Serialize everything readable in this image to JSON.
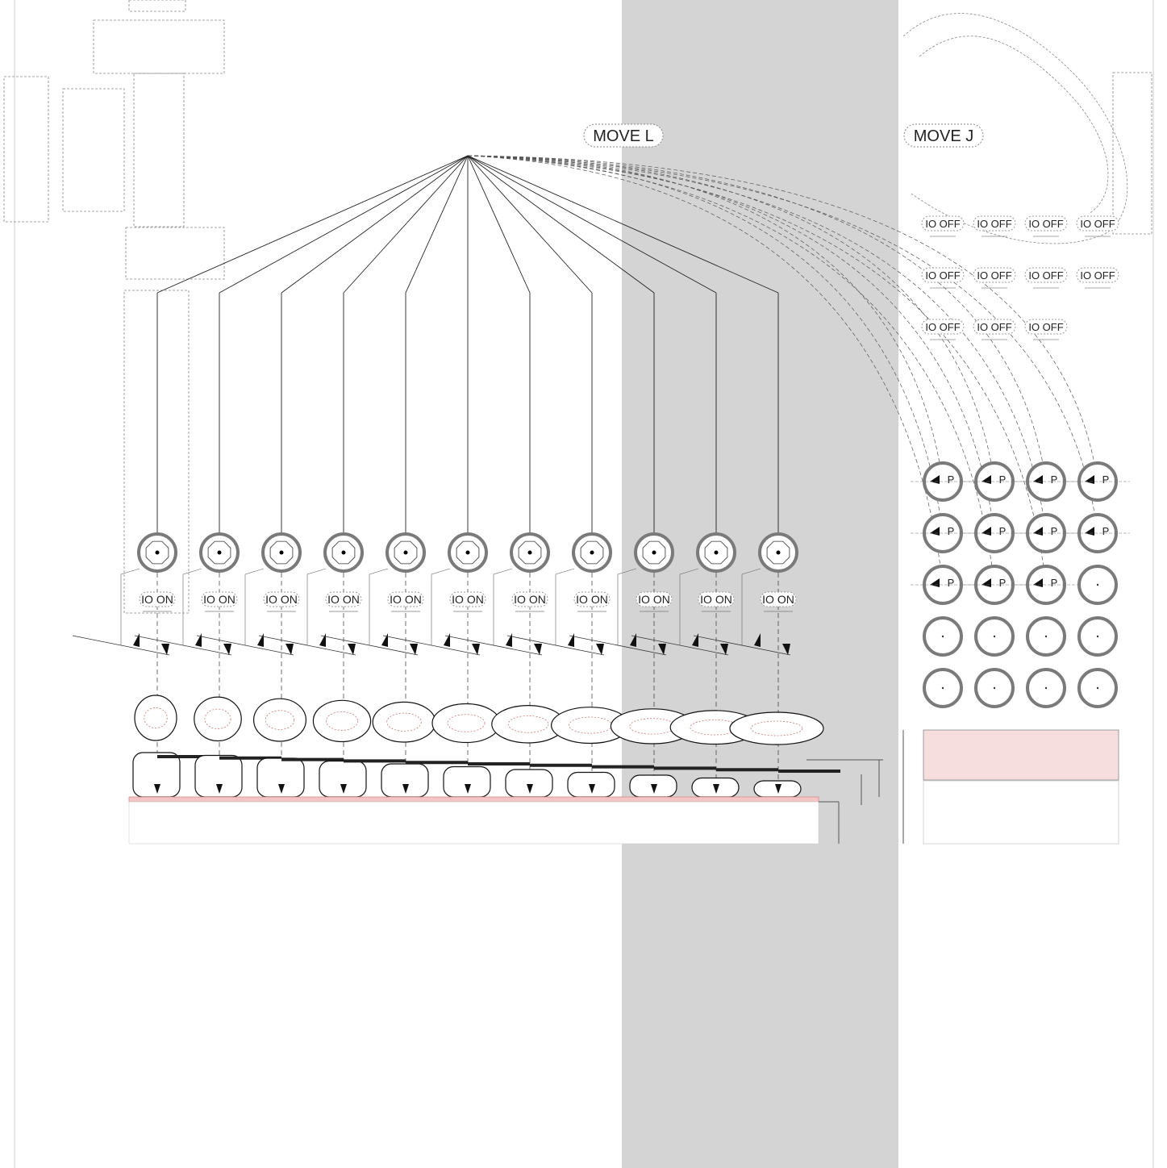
{
  "labels": {
    "move_l": "MOVE L",
    "move_j": "MOVE J"
  },
  "io_on": [
    "IO ON",
    "IO ON",
    "IO ON",
    "IO ON",
    "IO ON",
    "IO ON",
    "IO ON",
    "IO ON",
    "IO ON",
    "IO ON",
    "IO ON"
  ],
  "io_off": [
    "IO OFF",
    "IO OFF",
    "IO OFF",
    "IO OFF",
    "IO OFF",
    "IO OFF",
    "IO OFF",
    "IO OFF",
    "IO OFF",
    "IO OFF",
    "IO OFF"
  ],
  "point_label": "P",
  "colors": {
    "band": "#d4d4d4",
    "ring": "#7a7a7a",
    "line": "#222222",
    "hatch": "#d88a8a"
  }
}
